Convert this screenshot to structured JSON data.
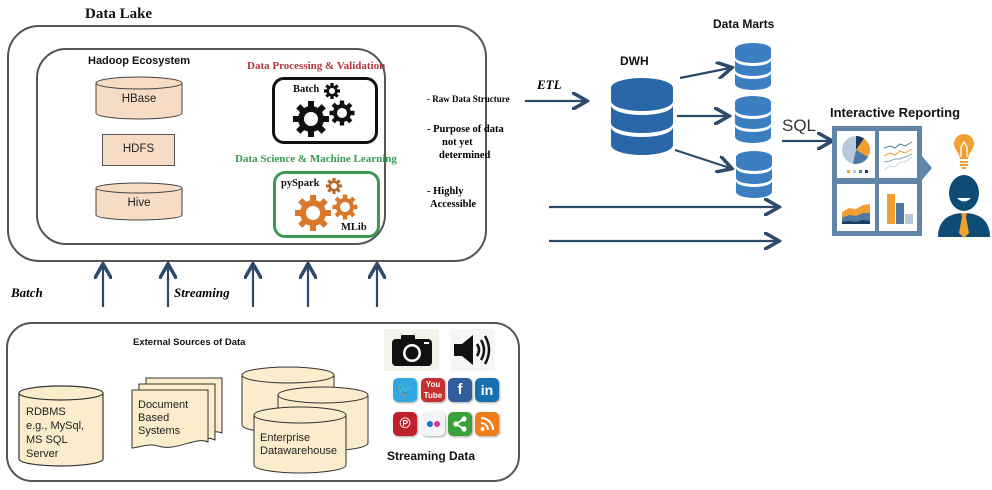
{
  "data_lake": {
    "title": "Data Lake",
    "hadoop": {
      "title": "Hadoop Ecosystem",
      "components": [
        "HBase",
        "HDFS",
        "Hive"
      ]
    },
    "processing": {
      "title": "Data Processing & Validation",
      "title_color": "#b5343a",
      "batch_label": "Batch"
    },
    "data_science": {
      "title": "Data Science &  Machine Learning",
      "title_color": "#3a9a4f",
      "pyspark_label": "pySpark",
      "mlib_label": "MLib"
    },
    "characteristics": [
      "- Raw Data Structure",
      "- Purpose of data",
      "not yet",
      "determined",
      "- Highly",
      "Accessible"
    ]
  },
  "ingestion": {
    "batch_label": "Batch",
    "streaming_label": "Streaming"
  },
  "external_sources": {
    "title": "External Sources of Data",
    "rdbms_lines": [
      "RDBMS",
      "e.g., MySql,",
      "MS SQL",
      "Server"
    ],
    "document_lines": [
      "Document",
      "Based",
      "Systems"
    ],
    "edw_lines": [
      "Enterprise",
      "Datawarehouse"
    ],
    "streaming_title": "Streaming Data",
    "streaming_icons": [
      "camera-icon",
      "speaker-icon",
      "twitter-icon",
      "youtube-icon",
      "facebook-icon",
      "linkedin-icon",
      "pinterest-icon",
      "flickr-icon",
      "share-icon",
      "rss-icon"
    ]
  },
  "warehouse": {
    "etl_label": "ETL",
    "dwh_label": "DWH",
    "data_marts_label": "Data Marts",
    "sql_label": "SQL"
  },
  "reporting": {
    "title": "Interactive Reporting"
  },
  "colors": {
    "arrow": "#2d4a6b",
    "dwh_blue": "#2a67a8",
    "mart_blue": "#3b7fc1",
    "source_fill": "#fbeccb",
    "hadoop_fill": "#f6dcc4",
    "gear_orange": "#d9772a",
    "dashboard_blue": "#5f86a8",
    "person_navy": "#0f4c75",
    "accent_orange": "#f0a030"
  }
}
